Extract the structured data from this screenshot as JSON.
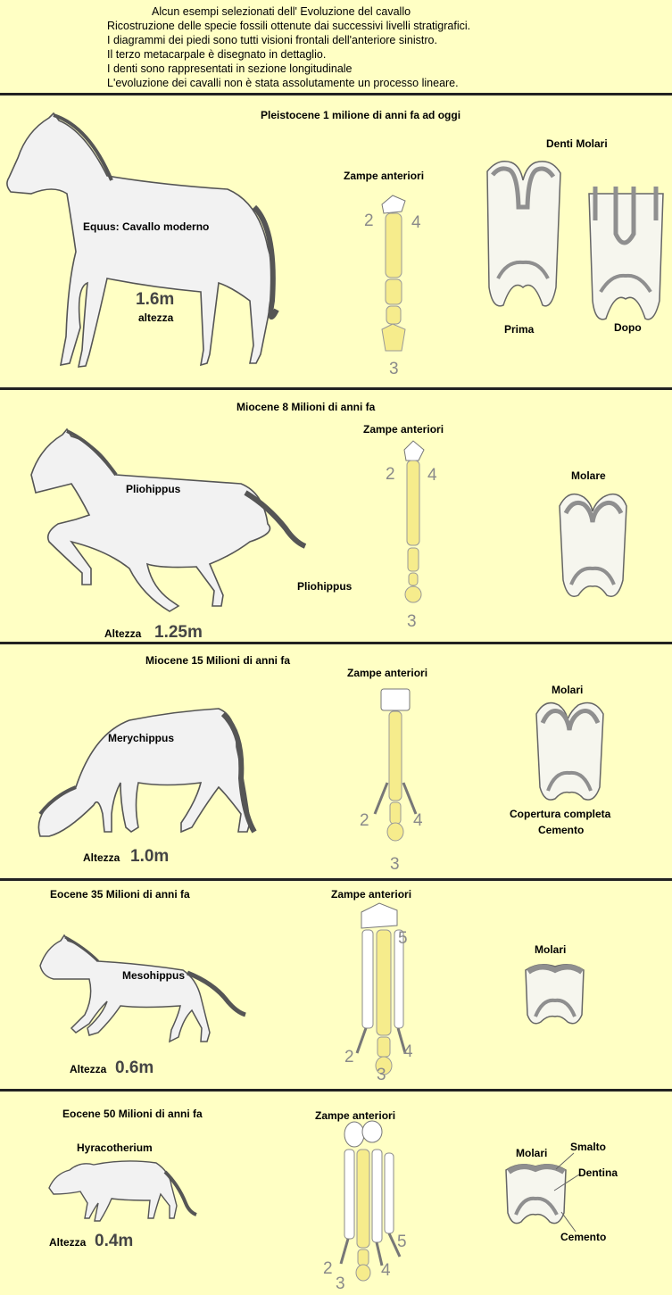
{
  "header": {
    "lines": [
      "Alcun esempi selezionati dell' Evoluzione del cavallo",
      "Ricostruzione delle specie fossili ottenute dai successivi livelli stratigrafici.",
      "I diagrammi dei piedi sono tutti visioni frontali dell'anteriore sinistro.",
      "Il terzo metacarpale è disegnato in dettaglio.",
      "I denti sono rappresentati in sezione longitudinale",
      "L'evoluzione dei cavalli non è stata assolutamente un processo lineare."
    ]
  },
  "panels": [
    {
      "period": "Pleistocene 1 milione di anni fa ad oggi",
      "species": "Equus: Cavallo moderno",
      "height_value": "1.6m",
      "height_label": "altezza",
      "feet_label": "Zampe anteriori",
      "digits": [
        "2",
        "4",
        "3"
      ],
      "teeth_label": "Denti Molari",
      "teeth_before": "Prima",
      "teeth_after": "Dopo"
    },
    {
      "period": "Miocene 8 Milioni di anni fa",
      "species": "Pliohippus",
      "species_repeat": "Pliohippus",
      "height_label": "Altezza",
      "height_value": "1.25m",
      "feet_label": "Zampe anteriori",
      "digits": [
        "2",
        "4",
        "3"
      ],
      "teeth_label": "Molare"
    },
    {
      "period": "Miocene 15 Milioni di anni fa",
      "species": "Merychippus",
      "height_label": "Altezza",
      "height_value": "1.0m",
      "feet_label": "Zampe anteriori",
      "digits": [
        "2",
        "4",
        "3"
      ],
      "teeth_label": "Molari",
      "teeth_note_1": "Copertura completa",
      "teeth_note_2": "Cemento"
    },
    {
      "period": "Eocene 35 Milioni di anni fa",
      "species": "Mesohippus",
      "height_label": "Altezza",
      "height_value": "0.6m",
      "feet_label": "Zampe anteriori",
      "digits": [
        "5",
        "2",
        "4",
        "3"
      ],
      "teeth_label": "Molari"
    },
    {
      "period": "Eocene 50 Milioni di anni fa",
      "species": "Hyracotherium",
      "height_label": "Altezza",
      "height_value": "0.4m",
      "feet_label": "Zampe anteriori",
      "digits": [
        "5",
        "2",
        "4",
        "3"
      ],
      "teeth_label": "Molari",
      "tooth_parts": [
        "Smalto",
        "Dentina",
        "Cemento"
      ]
    }
  ],
  "colors": {
    "background": "#ffffc4",
    "bone_yellow": "#f6ec8c",
    "enamel_gray": "#8f8f8f"
  }
}
